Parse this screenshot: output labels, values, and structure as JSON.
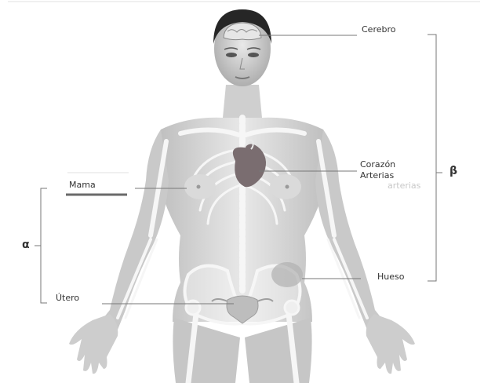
{
  "labels": {
    "cerebro": "Cerebro",
    "corazon": "Corazón",
    "arterias": "Arterias",
    "mama": "Mama",
    "hueso": "Hueso",
    "utero": "Útero",
    "arterias_ghost": "arterias"
  },
  "groups": {
    "alpha": "α",
    "beta": "β"
  },
  "colors": {
    "skin_light": "#e6e6e6",
    "skin_shade": "#b9b9b9",
    "skeleton": "#f4f4f4",
    "heart": "#7a6d70",
    "hair": "#262626",
    "line": "#777777",
    "mama_bar": "#6a6a6a"
  }
}
